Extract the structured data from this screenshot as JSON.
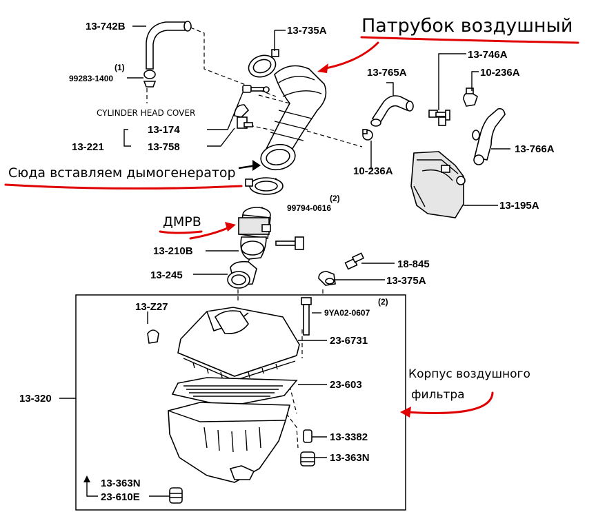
{
  "parts": {
    "p13_742B": "13-742B",
    "p99283_qty": "(1)",
    "p99283": "99283-1400",
    "cyl_head_cover": "CYLINDER HEAD COVER",
    "p13_735A": "13-735A",
    "p13_765A": "13-765A",
    "p13_746A": "13-746A",
    "p10_236A_top": "10-236A",
    "p13_174": "13-174",
    "p13_221": "13-221",
    "p13_758": "13-758",
    "p10_236A_mid": "10-236A",
    "p13_766A": "13-766A",
    "p99794_qty": "(2)",
    "p99794": "99794-0616",
    "p13_195A": "13-195A",
    "p13_210B": "13-210B",
    "p18_845": "18-845",
    "p13_245": "13-245",
    "p13_375A": "13-375A",
    "p13_Z27": "13-Z27",
    "p9YA02_qty": "(2)",
    "p9YA02": "9YA02-0607",
    "p23_6731": "23-6731",
    "p23_603": "23-603",
    "p13_320": "13-320",
    "p13_3382": "13-3382",
    "p13_363N_right": "13-363N",
    "p13_363N_left": "13-363N",
    "p23_610E": "23-610E"
  },
  "annotations": {
    "air_pipe": "Патрубок воздушный",
    "smoke_gen": "Сюда вставляем дымогенератор",
    "maf": "ДМРВ",
    "filter_housing_line1": "Корпус воздушного",
    "filter_housing_line2": "фильтра"
  },
  "colors": {
    "annotation_red": "#e00000",
    "ink": "#000000"
  }
}
